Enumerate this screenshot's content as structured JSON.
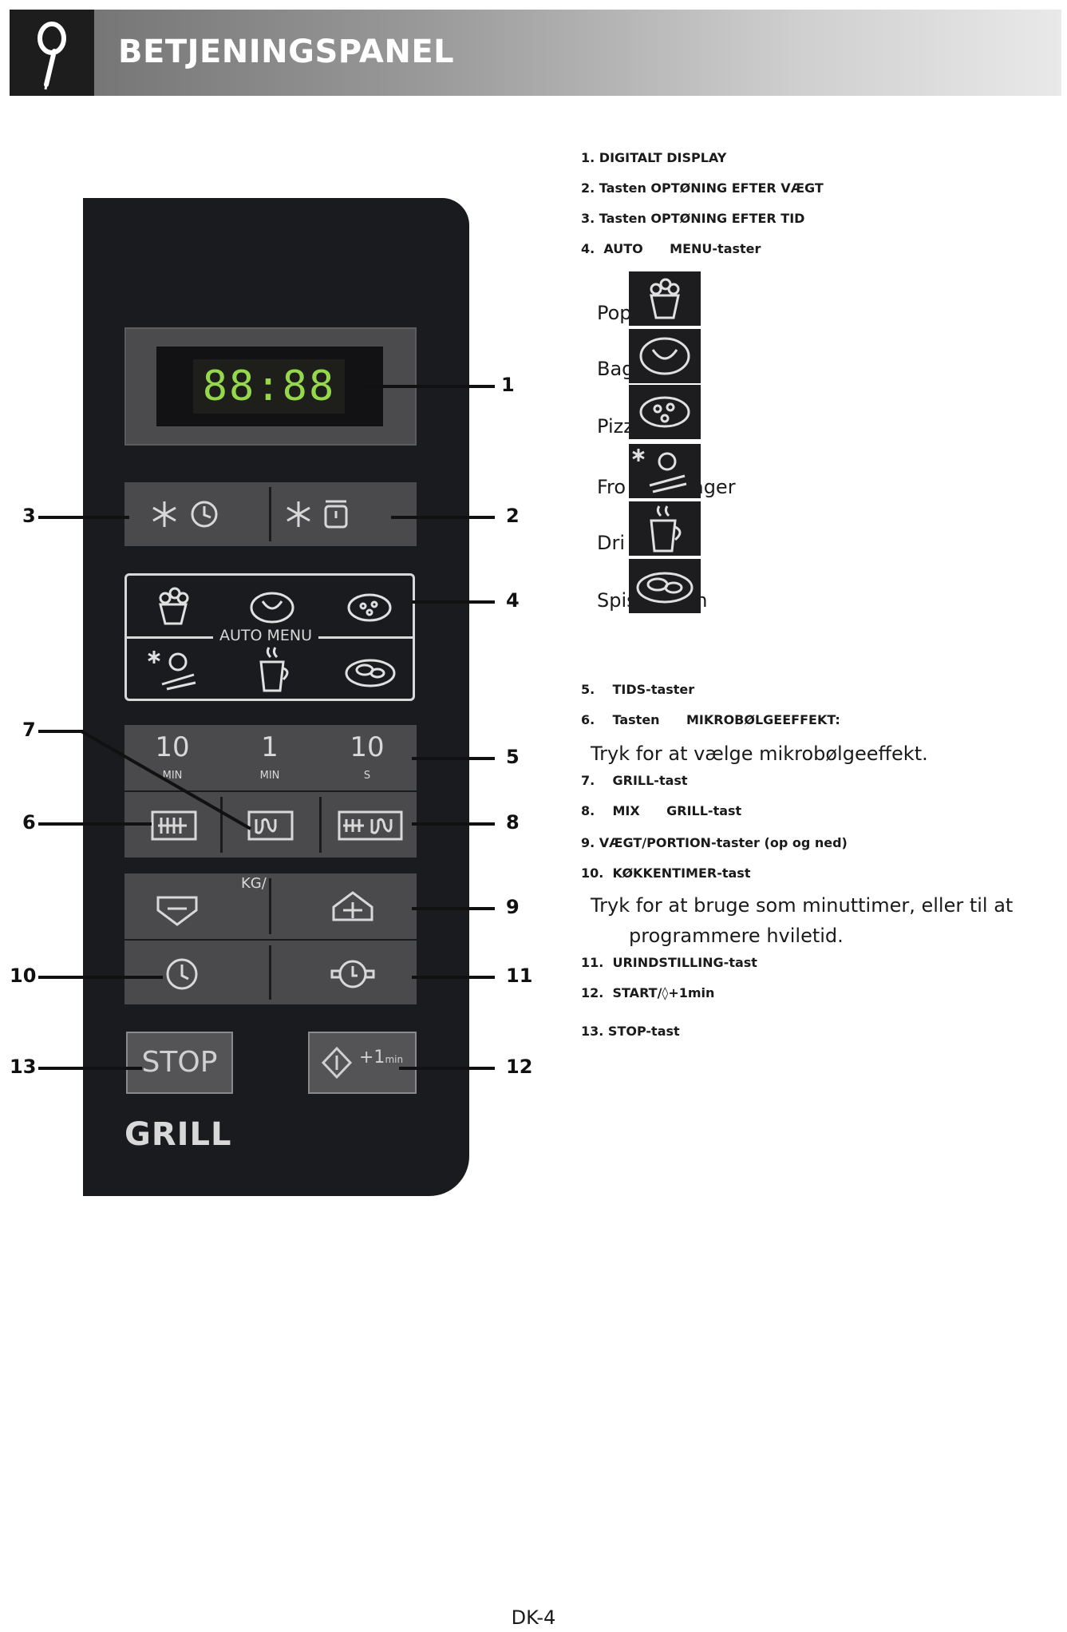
{
  "header": {
    "title": "BETJENINGSPANEL",
    "icon": "pin-icon"
  },
  "panel": {
    "display_digits": "88:88",
    "auto_menu_label": "AUTO MENU",
    "time_buttons": [
      {
        "value": "10",
        "unit": "MIN"
      },
      {
        "value": "1",
        "unit": "MIN"
      },
      {
        "value": "10",
        "unit": "S"
      }
    ],
    "weight_label": "KG/",
    "stop_label": "STOP",
    "start_label": "+1",
    "start_unit": "min",
    "brand_label": "GRILL",
    "display_color": "#96d84c"
  },
  "callouts": [
    "1",
    "2",
    "3",
    "4",
    "5",
    "6",
    "7",
    "8",
    "9",
    "10",
    "11",
    "12",
    "13"
  ],
  "legend": {
    "items": [
      {
        "num": "1.",
        "text": "DIGITALT DISPLAY"
      },
      {
        "num": "2.",
        "text": "Tasten OPTØNING EFTER VÆGT"
      },
      {
        "num": "3.",
        "text": "Tasten OPTØNING EFTER TID"
      },
      {
        "num": "4.",
        "text": "AUTO      MENU-taster"
      },
      {
        "num": "5.",
        "text": "TIDS-taster"
      },
      {
        "num": "6.",
        "text": "Tasten      MIKROBØLGEEFFEKT:"
      },
      {
        "num": "7.",
        "text": "GRILL-tast"
      },
      {
        "num": "8.",
        "text": "MIX      GRILL-tast"
      },
      {
        "num": "9.",
        "text": "VÆGT/PORTION-taster (op og ned)"
      },
      {
        "num": "10.",
        "text": "KØKKENTIMER-tast"
      },
      {
        "num": "11.",
        "text": "URINDSTILLING-tast"
      },
      {
        "num": "12.",
        "text": "START/◊+1min"
      },
      {
        "num": "13.",
        "text": "STOP-tast"
      }
    ],
    "note_6": "Tryk for at vælge mikrobølgeeffekt.",
    "note_10_a": "Tryk for at bruge som minuttimer, eller til at",
    "note_10_b": "programmere hviletid.",
    "auto_dishes": [
      {
        "label": "Pop",
        "icon": "popcorn-icon"
      },
      {
        "label": "Bag      fel",
        "icon": "potato-icon"
      },
      {
        "label": "Pizz",
        "icon": "pizza-icon"
      },
      {
        "label": "Fro      ntsager",
        "icon": "frozen-vegetables-icon"
      },
      {
        "label": "Dri      r",
        "icon": "beverage-icon"
      },
      {
        "label": "Spis      ken",
        "icon": "plate-icon"
      }
    ]
  },
  "footer": {
    "page": "DK-4"
  }
}
